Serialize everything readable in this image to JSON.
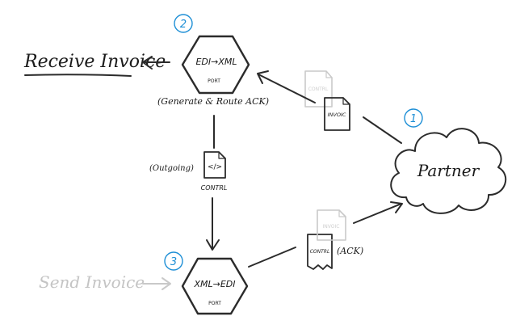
{
  "colors": {
    "ink": "#2b2b2b",
    "ghost": "#c9c9c9",
    "badge": "#1e8fd6",
    "background": "#ffffff"
  },
  "left": {
    "receive_invoice": "Receive Invoice",
    "send_invoice": "Send Invoice"
  },
  "port_top": {
    "label": "EDI→XML",
    "sublabel": "PORT",
    "note": "(Generate & Route ACK)",
    "step": "2"
  },
  "port_bottom": {
    "label": "XML→EDI",
    "sublabel": "PORT",
    "step": "3"
  },
  "partner": {
    "label": "Partner",
    "step": "1"
  },
  "documents": {
    "invoice_incoming": "INVOIC",
    "ghost_top": "CONTRL",
    "outgoing_note": "(Outgoing)",
    "outgoing_doc": "CONTRL",
    "ack_doc": "CONTRL",
    "ack_note": "(ACK)",
    "ghost_bottom": "INVOIC"
  }
}
